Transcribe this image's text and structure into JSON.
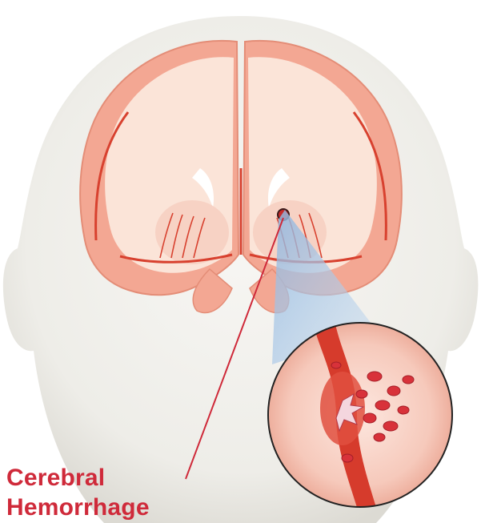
{
  "caption": {
    "line1": "Cerebral",
    "line2": "Hemorrhage"
  },
  "colors": {
    "accent": "#cf2a3a",
    "head": "#efeeea",
    "brain_outer": "#f3a793",
    "brain_inner": "#fbe4d8",
    "vessel": "#d8412f",
    "callout": "#a9c9ea"
  },
  "icons": [
    "head-silhouette",
    "brain-cross-section",
    "blood-vessel",
    "hemorrhage-magnifier"
  ]
}
